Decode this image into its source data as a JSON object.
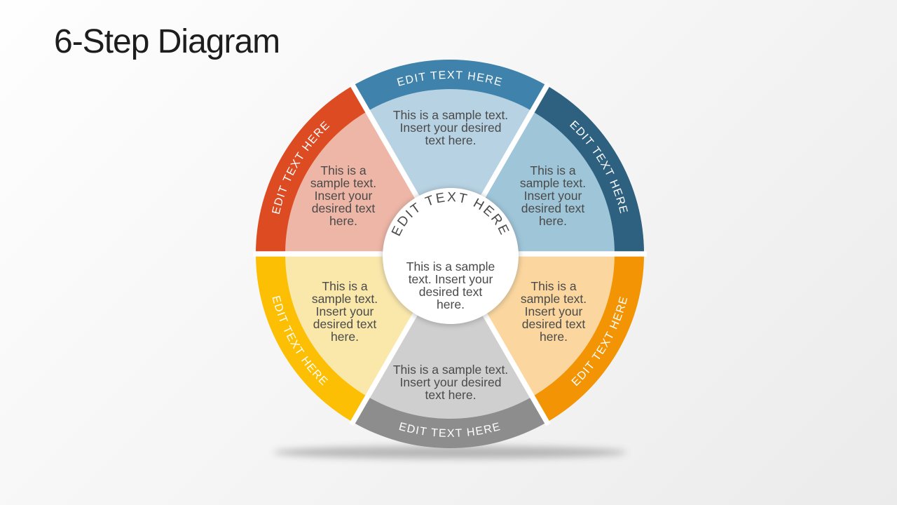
{
  "title": "6-Step Diagram",
  "colors": {
    "background_start": "#fefefe",
    "background_end": "#ebebeb",
    "title_text": "#1d1d1d",
    "body_text": "#4a4a4a",
    "ring_label_text": "#ffffff",
    "center_fill": "#ffffff"
  },
  "diagram": {
    "type": "6-step-circular",
    "center": {
      "label": "EDIT TEXT HERE",
      "body_lines": [
        "This is a sample",
        "text. Insert your",
        "desired text",
        "here."
      ]
    },
    "segments": [
      {
        "position": "top",
        "label": "EDIT TEXT HERE",
        "ring_color": "#3f82ab",
        "fill_color": "#b7d2e2",
        "body_lines": [
          "This is a sample text.",
          "Insert your desired",
          "text here."
        ]
      },
      {
        "position": "top-right",
        "label": "EDIT TEXT HERE",
        "ring_color": "#2e6080",
        "fill_color": "#9ec5d8",
        "body_lines": [
          "This is a",
          "sample text.",
          "Insert your",
          "desired text",
          "here."
        ]
      },
      {
        "position": "bottom-right",
        "label": "EDIT TEXT HERE",
        "ring_color": "#f29404",
        "fill_color": "#fbd79f",
        "body_lines": [
          "This is a",
          "sample text.",
          "Insert your",
          "desired text",
          "here."
        ]
      },
      {
        "position": "bottom",
        "label": "EDIT TEXT HERE",
        "ring_color": "#8d8d8d",
        "fill_color": "#cfcfcf",
        "body_lines": [
          "This is a sample text.",
          "Insert your desired",
          "text here."
        ]
      },
      {
        "position": "bottom-left",
        "label": "EDIT TEXT HERE",
        "ring_color": "#fcbf04",
        "fill_color": "#fae8ab",
        "body_lines": [
          "This is a",
          "sample text.",
          "Insert your",
          "desired text",
          "here."
        ]
      },
      {
        "position": "top-left",
        "label": "EDIT TEXT HERE",
        "ring_color": "#dc4b22",
        "fill_color": "#eeb6a6",
        "body_lines": [
          "This is a",
          "sample text.",
          "Insert your",
          "desired text",
          "here."
        ]
      }
    ]
  }
}
